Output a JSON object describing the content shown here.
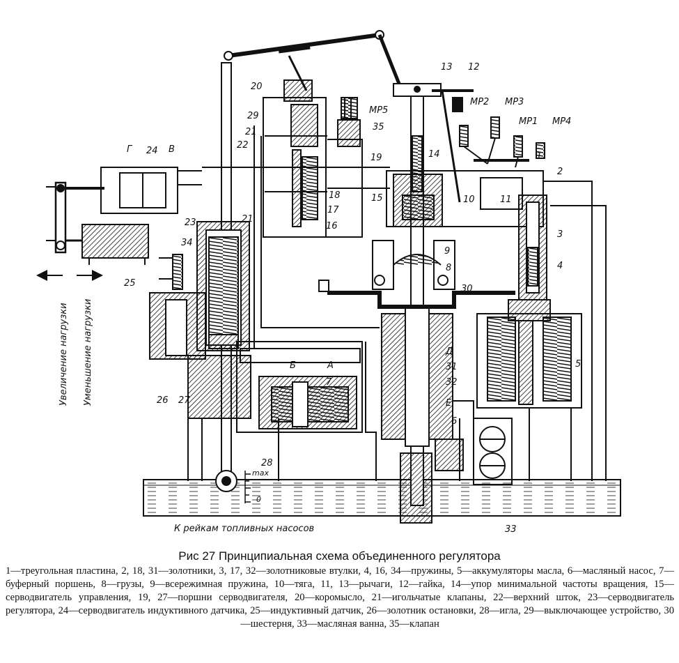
{
  "labels": {
    "n1": "1",
    "n2": "2",
    "n3": "3",
    "n4": "4",
    "n5": "5",
    "n6": "6",
    "n7": "7",
    "n8": "8",
    "n9": "9",
    "n10": "10",
    "n11": "11",
    "n12": "12",
    "n13": "13",
    "n14": "14",
    "n15": "15",
    "n16": "16",
    "n17": "17",
    "n18": "18",
    "n19": "19",
    "n20": "20",
    "n21a": "21",
    "n21b": "21",
    "n22": "22",
    "n23": "23",
    "n24": "24",
    "n25": "25",
    "n26": "26",
    "n27": "27",
    "n28": "28",
    "n29": "29",
    "n30": "30",
    "n31": "31",
    "n32": "32",
    "n33": "33",
    "n34": "34",
    "n35": "35",
    "g": "Г",
    "v": "В",
    "a": "А",
    "b": "Б",
    "d": "Д",
    "e": "Е",
    "mp1": "МР1",
    "mp2": "МР2",
    "mp3": "МР3",
    "mp4": "МР4",
    "mp5": "МР5",
    "max": "max",
    "zero": "0",
    "increase_load": "Увеличение нагрузки",
    "decrease_load": "Уменьшение нагрузки",
    "to_fuel_pumps": "К рейкам топливных насосов"
  },
  "caption": "Рис 27 Принципиальная схема объединенного регулятора",
  "legend": [
    "1—треугольная пластина,",
    "2, 18, 31—золотники,",
    "3, 17, 32—золотниковые втулки,",
    "4, 16, 34—пружины,",
    "5—аккумуляторы масла,",
    "6—масляный насос,",
    "7—буферный поршень,",
    "8—грузы,",
    "9—всережимная пружина,",
    "10—тяга,",
    "11, 13—рычаги,",
    "12—гайка,",
    "14—упор минимальной частоты вращения,",
    "15—серводвигатель управления,",
    "19, 27—поршни серводвигателя,",
    "20—коромысло,",
    "21—игольчатые клапаны,",
    "22—верхний шток,",
    "23—серводвигатель регулятора,",
    "24—серводвигатель индуктивного датчика,",
    "25—индуктивный датчик,",
    "26—золотник остановки,",
    "28—игла,",
    "29—выключающее устройство,",
    "30—шестерня,",
    "33—масляная ванна,",
    "35—клапан"
  ]
}
